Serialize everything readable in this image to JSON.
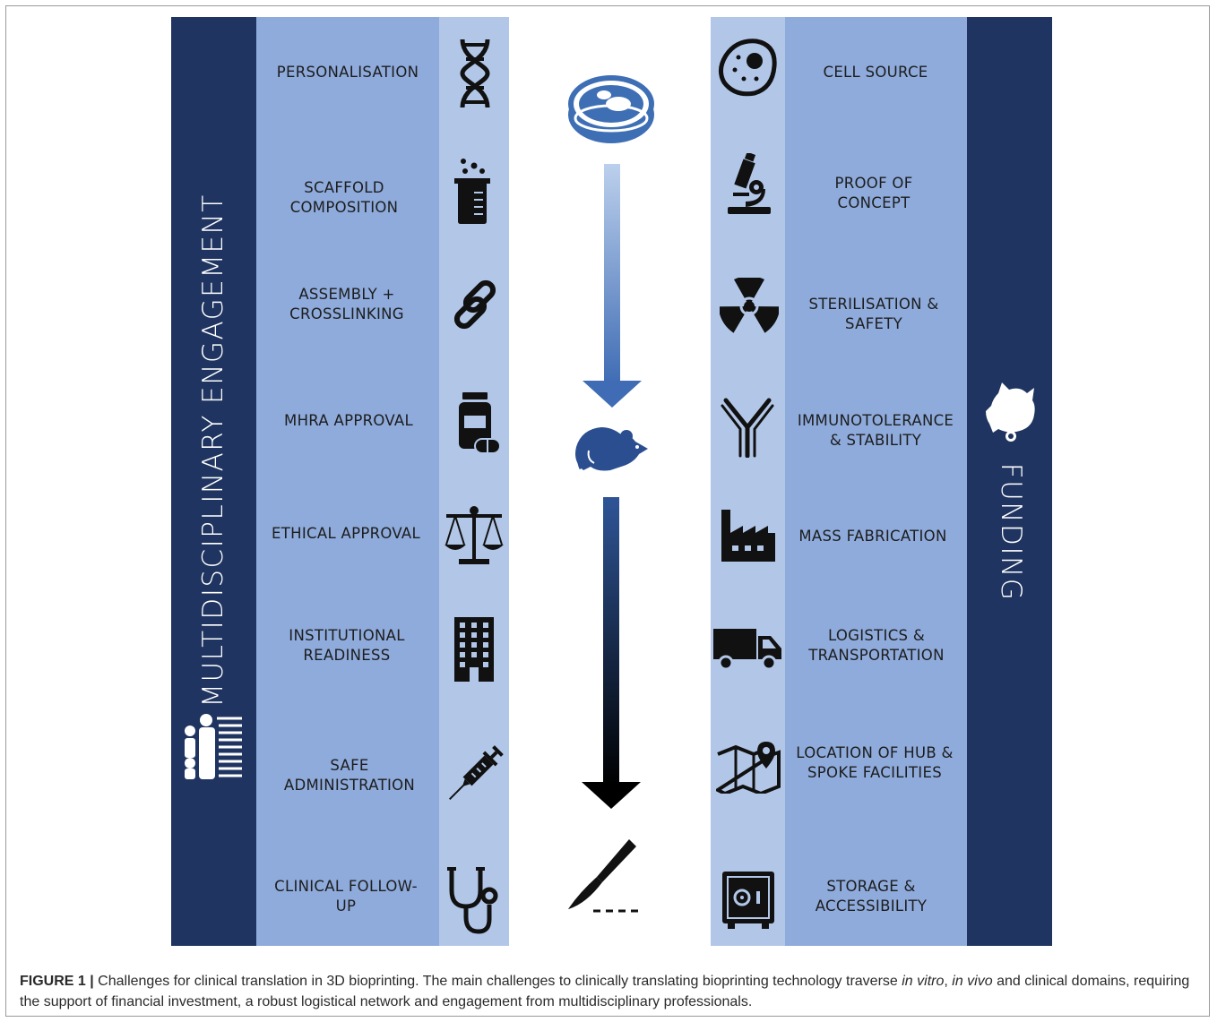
{
  "left_column": {
    "title": "MULTIDISCIPLINARY ENGAGEMENT",
    "items": [
      {
        "label": "PERSONALISATION",
        "icon": "dna-icon"
      },
      {
        "label": "SCAFFOLD\nCOMPOSITION",
        "icon": "beaker-icon"
      },
      {
        "label": "ASSEMBLY +\nCROSSLINKING",
        "icon": "chain-link-icon"
      },
      {
        "label": "MHRA APPROVAL",
        "icon": "medicine-bottle-icon"
      },
      {
        "label": "ETHICAL APPROVAL",
        "icon": "scales-icon"
      },
      {
        "label": "INSTITUTIONAL\nREADINESS",
        "icon": "building-icon"
      },
      {
        "label": "SAFE\nADMINISTRATION",
        "icon": "syringe-icon"
      },
      {
        "label": "CLINICAL FOLLOW-\nUP",
        "icon": "stethoscope-icon"
      }
    ],
    "bottom_icon": "people-group-icon"
  },
  "right_column": {
    "title": "FUNDING",
    "items": [
      {
        "label": "CELL SOURCE",
        "icon": "cell-icon"
      },
      {
        "label": "PROOF OF\nCONCEPT",
        "icon": "microscope-icon"
      },
      {
        "label": "STERILISATION &\nSAFETY",
        "icon": "radiation-icon"
      },
      {
        "label": "IMMUNOTOLERANCE\n& STABILITY",
        "icon": "antibody-icon"
      },
      {
        "label": "MASS FABRICATION",
        "icon": "factory-icon"
      },
      {
        "label": "LOGISTICS &\nTRANSPORTATION",
        "icon": "truck-icon"
      },
      {
        "label": "LOCATION OF HUB &\nSPOKE FACILITIES",
        "icon": "map-pin-icon"
      },
      {
        "label": "STORAGE &\nACCESSIBILITY",
        "icon": "safe-icon"
      }
    ],
    "top_icon": "piggy-bank-icon"
  },
  "center": {
    "stages": [
      "petri-dish-icon",
      "mouse-icon",
      "scalpel-icon"
    ]
  },
  "colors": {
    "dark_navy": "#1f3460",
    "mid_blue": "#8eabdc",
    "light_blue": "#b2c7e8",
    "arrow_top": "#b9cdea",
    "arrow_mid": "#3f6cb4",
    "arrow_bottom": "#000000"
  },
  "caption": {
    "label": "FIGURE 1 |",
    "text_1": " Challenges for clinical translation in 3D bioprinting. The main challenges to clinically translating bioprinting technology traverse ",
    "em_1": "in vitro",
    "text_2": ", ",
    "em_2": "in vivo",
    "text_3": " and clinical domains, requiring the support of financial investment, a robust logistical network and engagement from multidisciplinary professionals."
  }
}
